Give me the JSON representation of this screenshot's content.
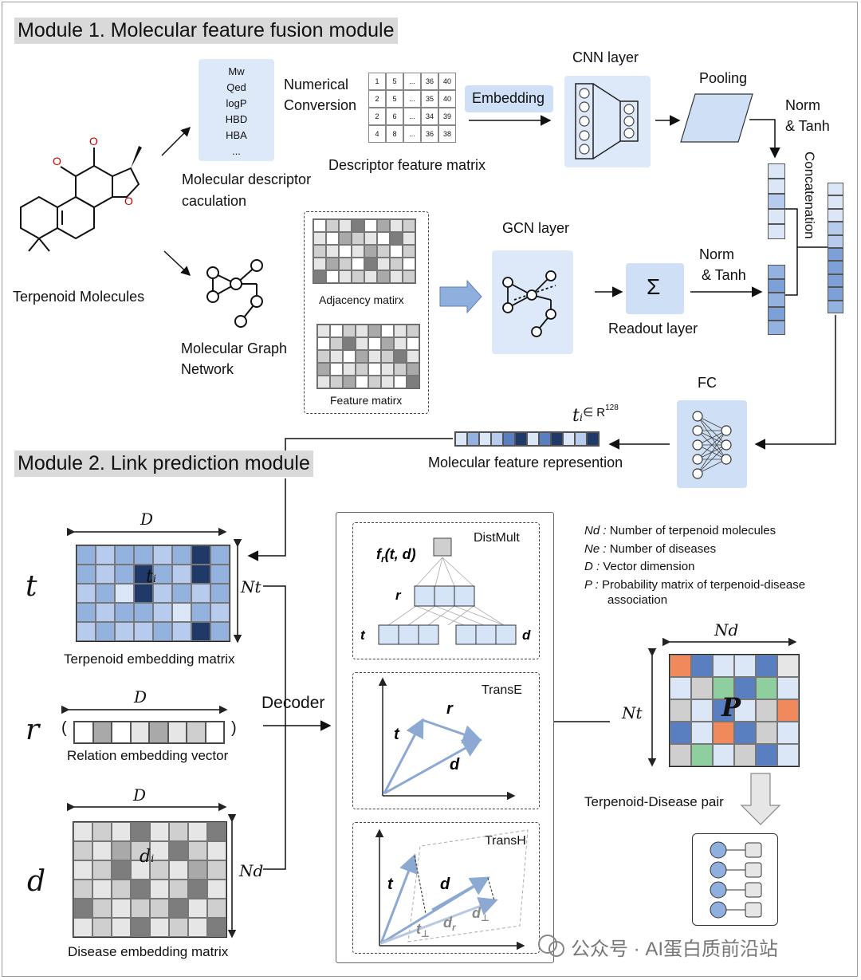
{
  "module1": {
    "title": "Module 1. Molecular feature fusion module",
    "terpenoid_label": "Terpenoid Molecules",
    "descriptor_items": [
      "Mw",
      "Qed",
      "logP",
      "HBD",
      "HBA",
      "..."
    ],
    "descriptor_calc_label_1": "Molecular descriptor",
    "descriptor_calc_label_2": "caculation",
    "numerical_conversion_1": "Numerical",
    "numerical_conversion_2": "Conversion",
    "descriptor_matrix": [
      [
        "1",
        "5",
        "...",
        "36",
        "40"
      ],
      [
        "2",
        "5",
        "...",
        "35",
        "40"
      ],
      [
        "2",
        "6",
        "...",
        "34",
        "39"
      ],
      [
        "4",
        "8",
        "...",
        "36",
        "38"
      ]
    ],
    "descriptor_matrix_label": "Descriptor feature matrix",
    "embedding_label": "Embedding",
    "cnn_label": "CNN layer",
    "pooling_label": "Pooling",
    "norm_tanh_1_a": "Norm",
    "norm_tanh_1_b": "& Tanh",
    "concatenation_label": "Concatenation",
    "graph_label_1": "Molecular Graph",
    "graph_label_2": "Network",
    "adjacency_label": "Adjacency matirx",
    "feature_label": "Feature matirx",
    "gcn_label": "GCN layer",
    "readout_symbol": "Σ",
    "readout_label": "Readout layer",
    "norm_tanh_2_a": "Norm",
    "norm_tanh_2_b": "& Tanh",
    "fc_label": "FC",
    "ti_label": "t",
    "ti_sub": "i",
    "ti_in": "∈ R",
    "ti_sup": "128",
    "feature_repr_label": "Molecular feature represention"
  },
  "module2": {
    "title": "Module 2.  Link prediction module",
    "D_label": "D",
    "t_symbol": "t",
    "ti_cell": "t",
    "ti_cell_sub": "i",
    "Nt_label": "Nt",
    "terpenoid_matrix_label": "Terpenoid embedding matrix",
    "r_symbol": "r",
    "relation_label": "Relation embedding vector",
    "d_symbol": "d",
    "di_cell": "d",
    "di_cell_sub": "i",
    "Nd_label": "Nd",
    "disease_matrix_label": "Disease embedding matrix",
    "decoder_label": "Decoder",
    "distmult_label": "DistMult",
    "transe_label": "TransE",
    "transh_label": "TransH",
    "legend": [
      {
        "key": "Nd :",
        "text": "Number of terpenoid molecules"
      },
      {
        "key": "Ne :",
        "text": "Number of diseases"
      },
      {
        "key": "D   :",
        "text": "Vector dimension"
      },
      {
        "key": "P   :",
        "text": "Probability  matrix of terpenoid-disease"
      }
    ],
    "legend_cont": "association",
    "P_label": "P",
    "Nd_top": "Nd",
    "Nt_side": "Nt",
    "pair_label": "Terpenoid-Disease pair"
  },
  "watermark": "公众号 · AI蛋白质前沿站",
  "colors": {
    "light_blue": "#dde8f8",
    "mid_blue": "#94b2e0",
    "dark_navy": "#1f3a68",
    "orange": "#f08a5d",
    "green": "#8fcf9f",
    "gray_block": "#d9d9d9"
  }
}
